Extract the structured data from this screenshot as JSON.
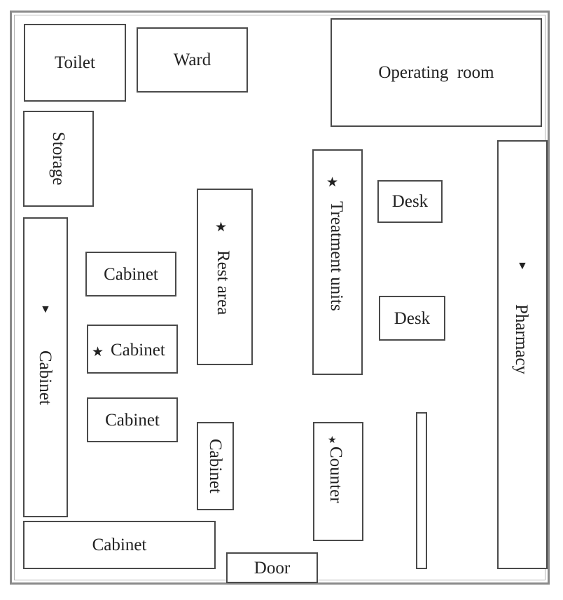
{
  "rooms": {
    "toilet": "Toilet",
    "ward": "Ward",
    "operating_room": "Operating  room",
    "storage": "Storage",
    "cabinet_left_tall": "Cabinet",
    "cabinet_1": "Cabinet",
    "cabinet_2": "Cabinet",
    "cabinet_3": "Cabinet",
    "rest_area": "Rest area",
    "cabinet_small_vertical": "Cabinet",
    "treatment_units": "Treatment units",
    "counter": "Counter",
    "desk_1": "Desk",
    "desk_2": "Desk",
    "pharmacy": "Pharmacy",
    "cabinet_bottom": "Cabinet",
    "door": "Door"
  },
  "markers": {
    "star": "★",
    "small_star": "★",
    "down_triangle": "▼"
  }
}
